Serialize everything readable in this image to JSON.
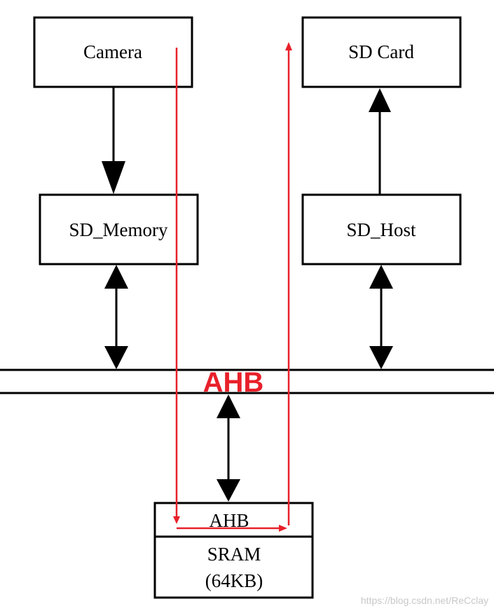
{
  "colors": {
    "line": "#000000",
    "data_path": "#e8202a",
    "bus_label": "#e8202a",
    "watermark": "#c8c8c8"
  },
  "blocks": {
    "camera": "Camera",
    "sd_card": "SD Card",
    "sd_memory": "SD_Memory",
    "sd_host": "SD_Host",
    "sram_port": "AHB",
    "sram_name": "SRAM",
    "sram_size": "(64KB)"
  },
  "bus": {
    "label": "AHB"
  },
  "watermark": "https://blog.csdn.net/ReCclay"
}
